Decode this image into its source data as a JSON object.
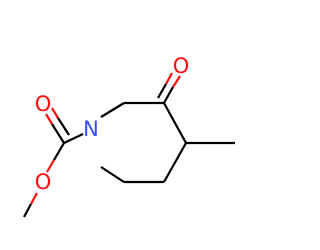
{
  "molecule": {
    "colors": {
      "carbon_bond": "#000000",
      "oxygen": "#ff0d0d",
      "nitrogen": "#3050f8"
    },
    "atoms": {
      "ring_nitrogen": "N",
      "ketone_oxygen": "O",
      "carbonyl_oxygen": "O",
      "ester_oxygen": "O"
    }
  }
}
